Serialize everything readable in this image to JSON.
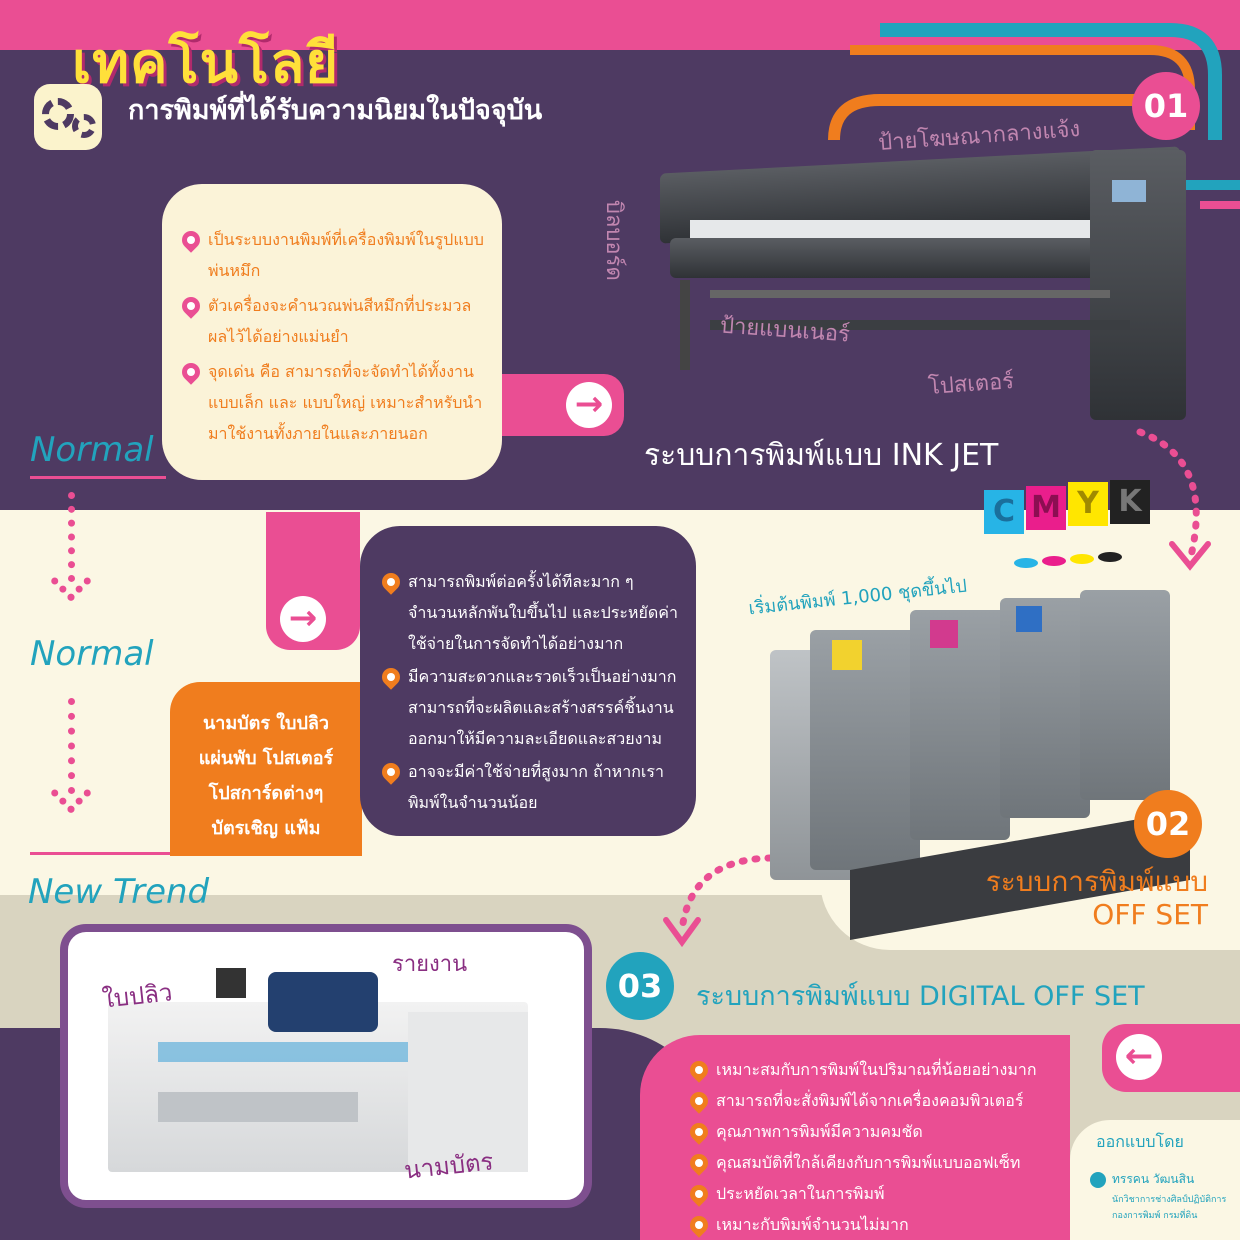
{
  "header": {
    "title": "เทคโนโลยี",
    "subtitle": "การพิมพ์ที่ได้รับความนิยมในปัจจุบัน"
  },
  "section1": {
    "number": "01",
    "title": "ระบบการพิมพ์แบบ INK JET",
    "tags": [
      "ป้ายโฆษณากลางแจ้ง",
      "บิลบอร์ด",
      "ป้ายแบนเนอร์",
      "โปสเตอร์"
    ],
    "bullets": [
      "เป็นระบบงานพิมพ์ที่เครื่องพิมพ์ในรูปแบบพ่นหมึก",
      "ตัวเครื่องจะคำนวณพ่นสีหมึกที่ประมวลผลไว้ได้อย่างแม่นยำ",
      "จุดเด่น คือ สามารถที่จะจัดทำได้ทั้งงานแบบเล็ก และ แบบใหญ่ เหมาะสำหรับนำมาใช้งานทั้งภายในและภายนอก"
    ]
  },
  "section2": {
    "number": "02",
    "title_line1": "ระบบการพิมพ์แบบ",
    "title_line2": "OFF SET",
    "note": "เริ่มต้นพิมพ์ 1,000 ชุดขึ้นไป",
    "cmyk": [
      "C",
      "M",
      "Y",
      "K"
    ],
    "products": [
      "นามบัตร ใบปลิว",
      "แผ่นพับ โปสเตอร์",
      "โปสการ์ดต่างๆ",
      "บัตรเชิญ แฟ้ม"
    ],
    "bullets": [
      "สามารถพิมพ์ต่อครั้งได้ทีละมาก ๆ จำนวนหลักพันใบขึ้นไป และประหยัดค่าใช้จ่ายในการจัดทำได้อย่างมาก",
      "มีความสะดวกและรวดเร็วเป็นอย่างมาก สามารถที่จะผลิตและสร้างสรรค์ชิ้นงานออกมาให้มีความละเอียดและสวยงาม",
      "อาจจะมีค่าใช้จ่ายที่สูงมาก ถ้าหากเราพิมพ์ในจำนวนน้อย"
    ]
  },
  "section3": {
    "number": "03",
    "title": "ระบบการพิมพ์แบบ DIGITAL OFF SET",
    "tags": [
      "ใบปลิว",
      "รายงาน",
      "นามบัตร"
    ],
    "bullets": [
      "เหมาะสมกับการพิมพ์ในปริมาณที่น้อยอย่างมาก",
      "สามารถที่จะสั่งพิมพ์ได้จากเครื่องคอมพิวเตอร์",
      "คุณภาพการพิมพ์มีความคมชัด",
      "คุณสมบัติที่ใกล้เคียงกับการพิมพ์แบบออฟเซ็ท",
      "ประหยัดเวลาในการพิมพ์",
      "เหมาะกับพิมพ์จำนวนไม่มาก"
    ]
  },
  "labels": {
    "normal1": "Normal",
    "normal2": "Normal",
    "new_trend": "New Trend"
  },
  "credit": {
    "heading": "ออกแบบโดย",
    "name": "ทรรคน วัฒนสิน",
    "role1": "นักวิชาการช่างศิลป์ปฏิบัติการ",
    "role2": "กองการพิมพ์ กรมที่ดิน"
  },
  "colors": {
    "purple": "#4e3a62",
    "pink": "#ea4e93",
    "orange": "#f07d1e",
    "teal": "#22a3bd",
    "yellow": "#ffe03a",
    "cream": "#fbf7e4"
  }
}
